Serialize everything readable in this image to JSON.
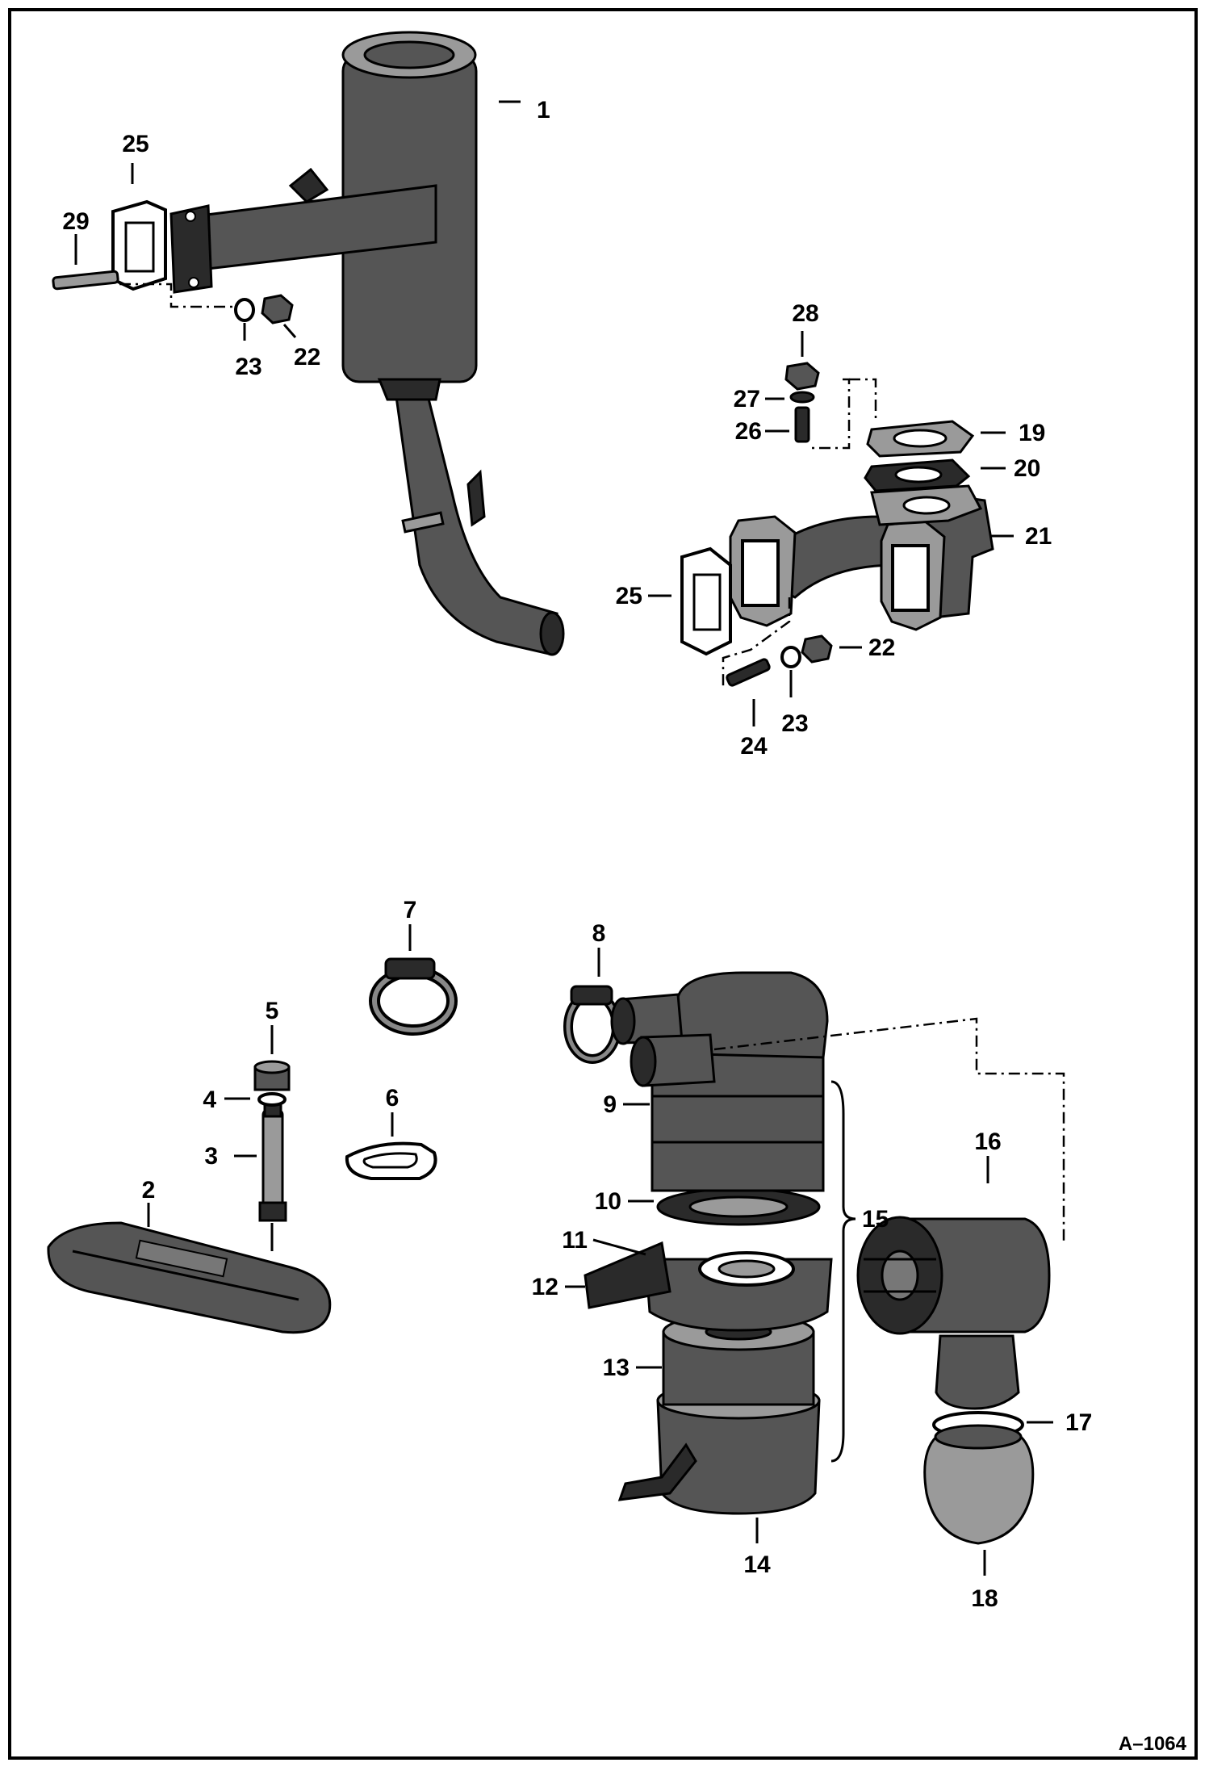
{
  "figure_id": "A–1064",
  "callouts": {
    "c1": "1",
    "c2": "2",
    "c3": "3",
    "c4": "4",
    "c5": "5",
    "c6": "6",
    "c7": "7",
    "c8": "8",
    "c9": "9",
    "c10": "10",
    "c11": "11",
    "c12": "12",
    "c13": "13",
    "c14": "14",
    "c15": "15",
    "c16": "16",
    "c17": "17",
    "c18": "18",
    "c19": "19",
    "c20": "20",
    "c21": "21",
    "c22a": "22",
    "c22b": "22",
    "c23a": "23",
    "c23b": "23",
    "c24": "24",
    "c25a": "25",
    "c25b": "25",
    "c26": "26",
    "c27": "27",
    "c28": "28",
    "c29": "29"
  },
  "colors": {
    "ink": "#000000",
    "paper": "#ffffff",
    "shade_dark": "#2a2a2a",
    "shade_mid": "#555555",
    "shade_light": "#9a9a9a"
  }
}
